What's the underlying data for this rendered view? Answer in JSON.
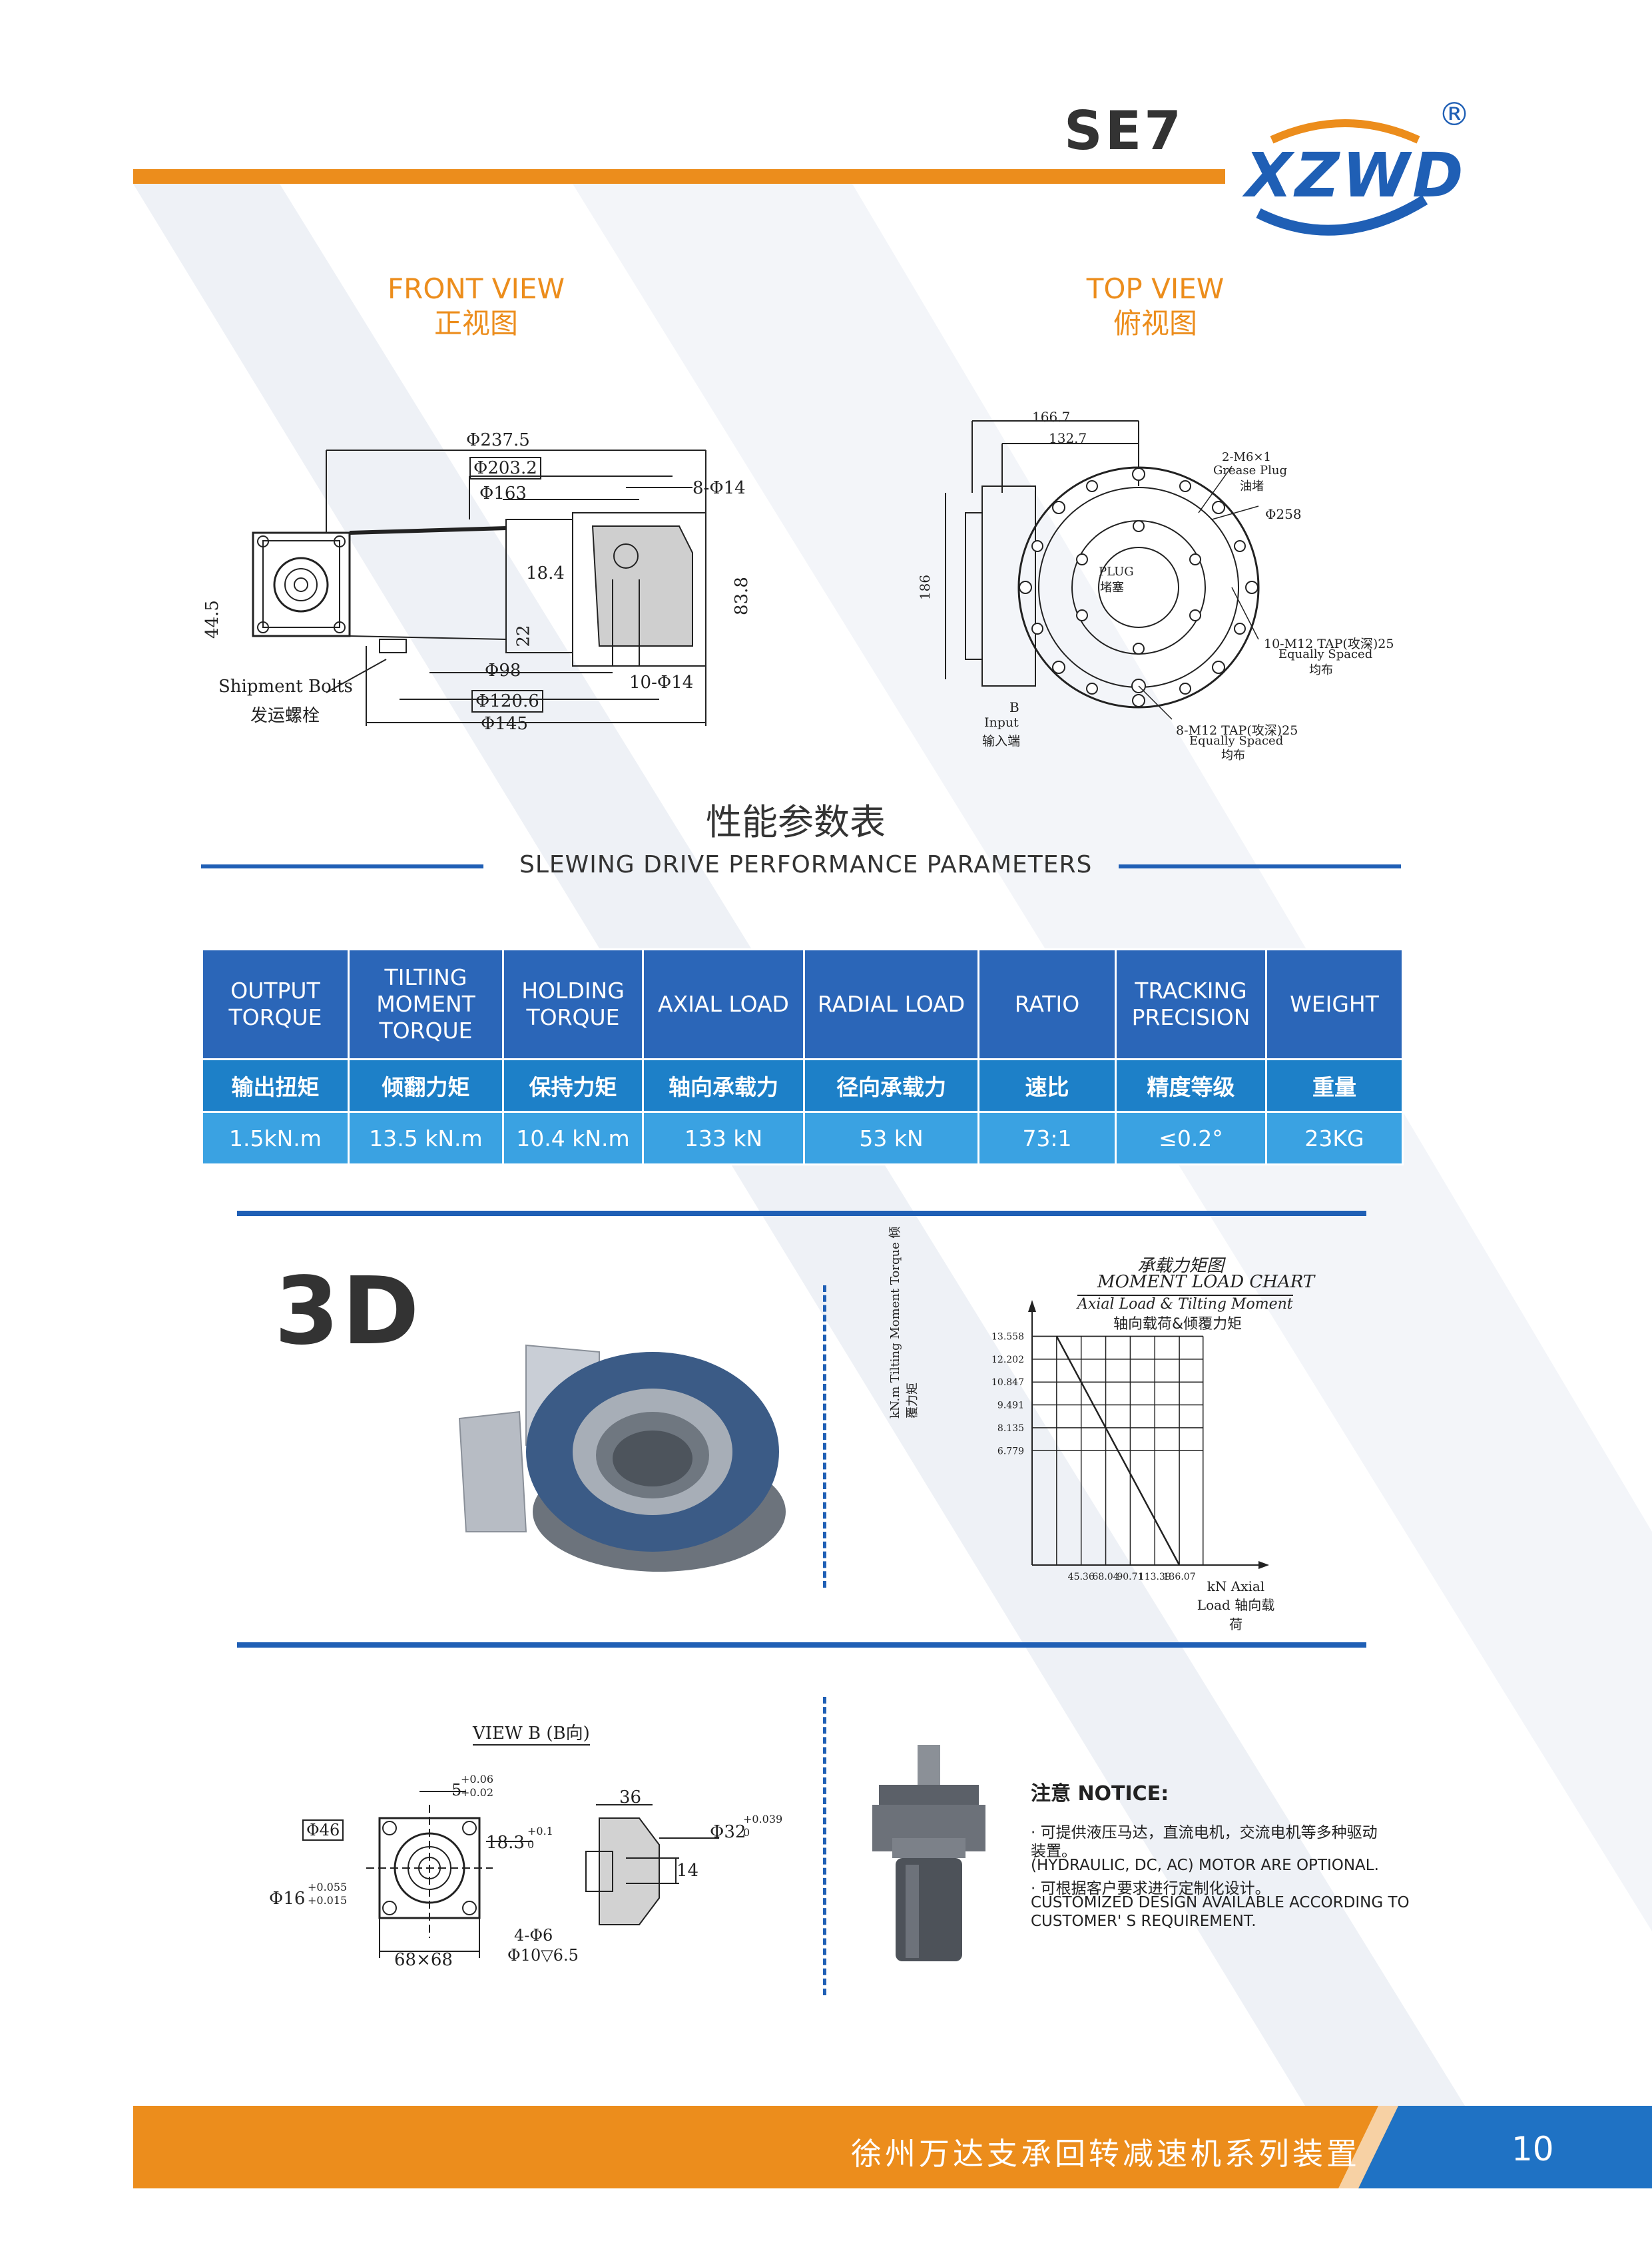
{
  "header": {
    "model": "SE7",
    "brand": "XZWD",
    "registered": "®"
  },
  "views": {
    "front": {
      "en": "FRONT VIEW",
      "cn": "正视图"
    },
    "top": {
      "en": "TOP VIEW",
      "cn": "俯视图"
    }
  },
  "front_dims": {
    "d1": "Φ237.5",
    "d2": "Φ203.2",
    "d3": "Φ163",
    "d4": "8-Φ14",
    "d5": "18.4",
    "d6": "83.8",
    "d7": "44.5",
    "d8": "22",
    "d9": "Φ98",
    "d10": "10-Φ14",
    "d11": "Φ120.6",
    "d12": "Φ145",
    "bolts_en": "Shipment Bolts",
    "bolts_cn": "发运螺栓"
  },
  "top_dims": {
    "d1": "166.7",
    "d2": "132.7",
    "grease_1": "2-M6×1",
    "grease_2": "Grease Plug",
    "grease_3": "油堵",
    "d3": "Φ258",
    "d4": "186",
    "plug_en": "PLUG",
    "plug_cn": "堵塞",
    "tap1_1": "10-M12 TAP(攻深)25",
    "tap1_2": "Equally Spaced",
    "tap1_3": "均布",
    "tap2_1": "8-M12 TAP(攻深)25",
    "tap2_2": "Equally Spaced",
    "tap2_3": "均布",
    "input_b": "B",
    "input_en": "Input",
    "input_cn": "输入端"
  },
  "performance": {
    "title_cn": "性能参数表",
    "title_en": "SLEWING DRIVE PERFORMANCE PARAMETERS",
    "headers_en": [
      "OUTPUT TORQUE",
      "TILTING MOMENT TORQUE",
      "HOLDING TORQUE",
      "AXIAL LOAD",
      "RADIAL LOAD",
      "RATIO",
      "TRACKING PRECISION",
      "WEIGHT"
    ],
    "headers_cn": [
      "输出扭矩",
      "倾翻力矩",
      "保持力矩",
      "轴向承载力",
      "径向承载力",
      "速比",
      "精度等级",
      "重量"
    ],
    "values": [
      "1.5kN.m",
      "13.5 kN.m",
      "10.4 kN.m",
      "133 kN",
      "53 kN",
      "73:1",
      "≤0.2°",
      "23KG"
    ]
  },
  "label_3d": "3D",
  "chart_data": {
    "type": "line",
    "title": "承载力矩图",
    "subtitle": "MOMENT LOAD CHART",
    "subtitle2": "Axial Load & Tilting Moment",
    "subtitle3": "轴向载荷&倾覆力矩",
    "ylabel": "kN.m Tilting Moment Torque 倾覆力矩",
    "xlabel": "kN Axial Load 轴向载荷",
    "y_ticks": [
      "13.558",
      "12.202",
      "10.847",
      "9.491",
      "8.135",
      "6.779"
    ],
    "x_ticks": [
      "45.36",
      "68.04",
      "90.71",
      "113.39",
      "136.07"
    ],
    "series": [
      {
        "x": [
          22.68,
          136.07
        ],
        "y": [
          13.558,
          0
        ]
      }
    ],
    "grid": true
  },
  "view_b": {
    "title": "VIEW B (B向)",
    "d1": "5",
    "d1_tol_up": "+0.06",
    "d1_tol_dn": "+0.02",
    "d2": "Φ46",
    "d3": "18.3",
    "d3_tol_up": "+0.1",
    "d3_tol_dn": "0",
    "d4": "Φ16",
    "d4_tol_up": "+0.055",
    "d4_tol_dn": "+0.015",
    "d5": "68×68",
    "d6": "4-Φ6",
    "d7": "Φ10▽6.5",
    "d8": "36",
    "d9": "Φ32",
    "d9_tol_up": "+0.039",
    "d9_tol_dn": "0",
    "d10": "14"
  },
  "notice": {
    "title": "注意 NOTICE:",
    "lines": [
      "· 可提供液压马达，直流电机，交流电机等多种驱动",
      "装置。",
      "(HYDRAULIC, DC, AC) MOTOR ARE OPTIONAL.",
      "· 可根据客户要求进行定制化设计。",
      "CUSTOMIZED DESIGN AVAILABLE ACCORDING TO",
      "CUSTOMER' S REQUIREMENT."
    ]
  },
  "footer": {
    "text": "徐州万达支承回转减速机系列装置",
    "page": "10"
  },
  "colors": {
    "orange": "#ec8d1c",
    "blue": "#1f5fb5",
    "table_header": "#2b66b8",
    "table_cn": "#1d80c8",
    "table_val": "#3aa2e2"
  }
}
